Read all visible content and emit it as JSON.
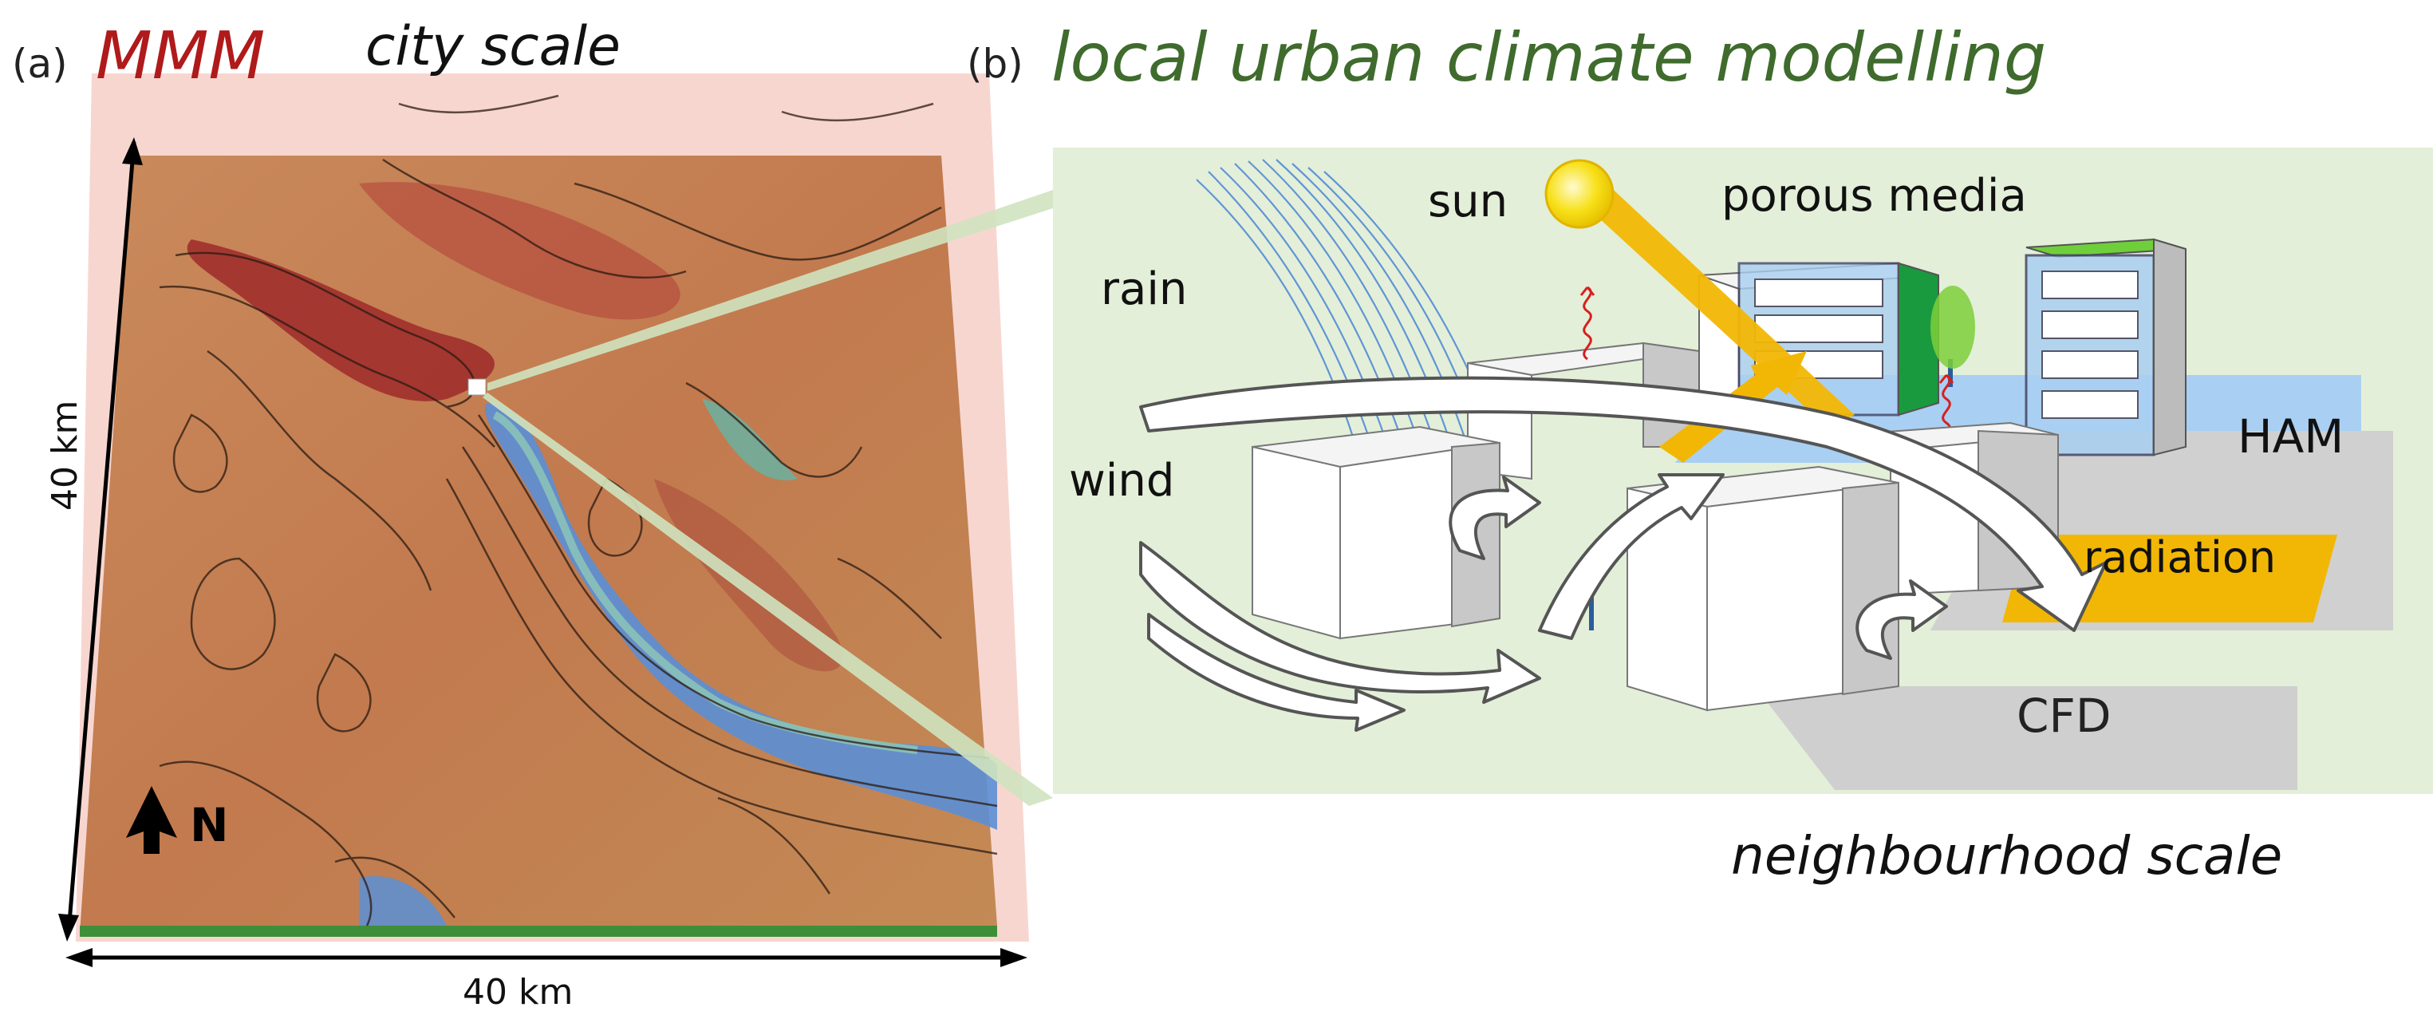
{
  "panel_a": {
    "letter": "(a)",
    "title_model": "MMM",
    "title_scale": "city scale",
    "axis_vertical": "40 km",
    "axis_horizontal": "40 km",
    "north": "N"
  },
  "panel_b": {
    "letter": "(b)",
    "title": "local urban climate modelling",
    "labels": {
      "rain": "rain",
      "sun": "sun",
      "porous_media": "porous media",
      "wind": "wind",
      "ham": "HAM",
      "radiation": "radiation",
      "cfd": "CFD"
    },
    "subtitle": "neighbourhood scale"
  },
  "colors": {
    "mmm_red": "#b01a1a",
    "title_green": "#3f6b2d",
    "panel_bg": "#e3efd8",
    "radiation": "#f2b705",
    "ham_blue": "#a9cff2",
    "cfd_gray": "#d0d0d0",
    "water": "#5b8fd6",
    "sun": "#f7e11b"
  }
}
